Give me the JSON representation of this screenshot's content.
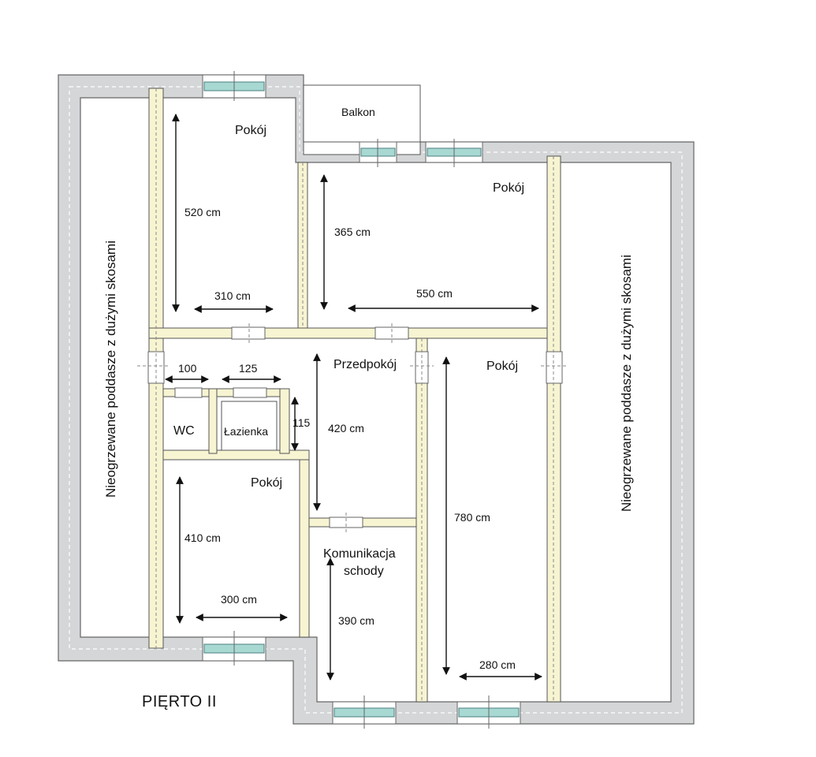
{
  "floor_title": "PIĘRTO II",
  "rooms": {
    "room_nw": "Pokój",
    "room_ne": "Pokój",
    "room_e": "Pokój",
    "room_sw": "Pokój",
    "hall": "Przedpokój",
    "balcony": "Balkon",
    "wc": "WC",
    "bathroom": "Łazienka",
    "stairs_line1": "Komunikacja",
    "stairs_line2": "schody",
    "attic_left": "Nieogrzewane poddasze z dużymi skosami",
    "attic_right": "Nieogrzewane poddasze z dużymi skosami"
  },
  "dimensions": {
    "nw_height": "520 cm",
    "nw_width": "310 cm",
    "ne_height": "365 cm",
    "ne_width": "550 cm",
    "wc_width": "100",
    "bath_width": "125",
    "bath_depth": "115",
    "hall_height": "420 cm",
    "e_height": "780 cm",
    "e_width": "280 cm",
    "sw_height": "410 cm",
    "sw_width": "300 cm",
    "stairs_height": "390 cm"
  },
  "colors": {
    "exterior_wall": "#d4d6d8",
    "wall_outline": "#555555",
    "interior_wall": "#f7f4d2",
    "window_glass": "#a8d8d2",
    "door_fill": "#ffffff",
    "dimension_arrow": "#111111"
  }
}
